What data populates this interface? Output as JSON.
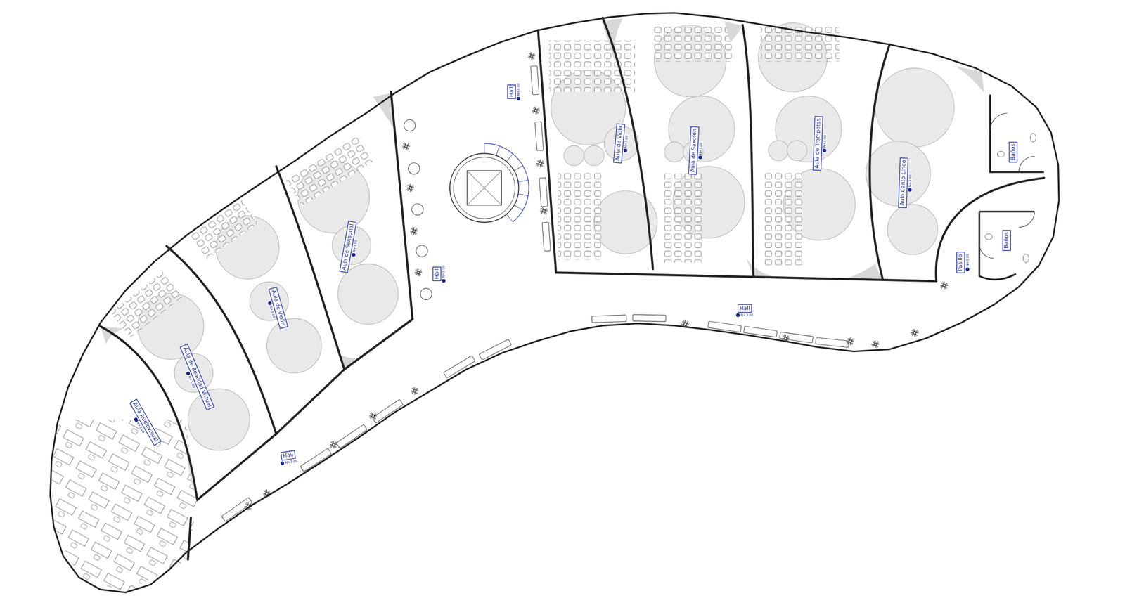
{
  "diagram": {
    "nodes": [
      {
        "text": [
          "Aula Audiovisual",
          "N+3.00"
        ]
      },
      {
        "text": [
          "Aula de Realidad Virtual",
          "N+3.00"
        ]
      },
      {
        "text": [
          "Aula de Violín",
          "N+3.00"
        ]
      },
      {
        "text": [
          "Aula de Sensorial",
          "N+3.00"
        ]
      },
      {
        "text": [
          "Aula de Viola",
          "N+3.00"
        ]
      },
      {
        "text": [
          "Aula de Saxofón",
          "N+3.00"
        ]
      },
      {
        "text": [
          "Aula de Trompetas",
          "N+3.00"
        ]
      },
      {
        "text": [
          "Aula Canto Lírico",
          "N+3.00"
        ]
      },
      {
        "text": [
          "Baños"
        ]
      },
      {
        "text": [
          "Baños"
        ]
      }
    ],
    "labels": [
      "Hall",
      "N+3.00",
      "Hall",
      "N+3.00",
      "Hall",
      "N+3.00",
      "Hall",
      "N+3.00",
      "Pasillo",
      "N+3.00"
    ]
  }
}
